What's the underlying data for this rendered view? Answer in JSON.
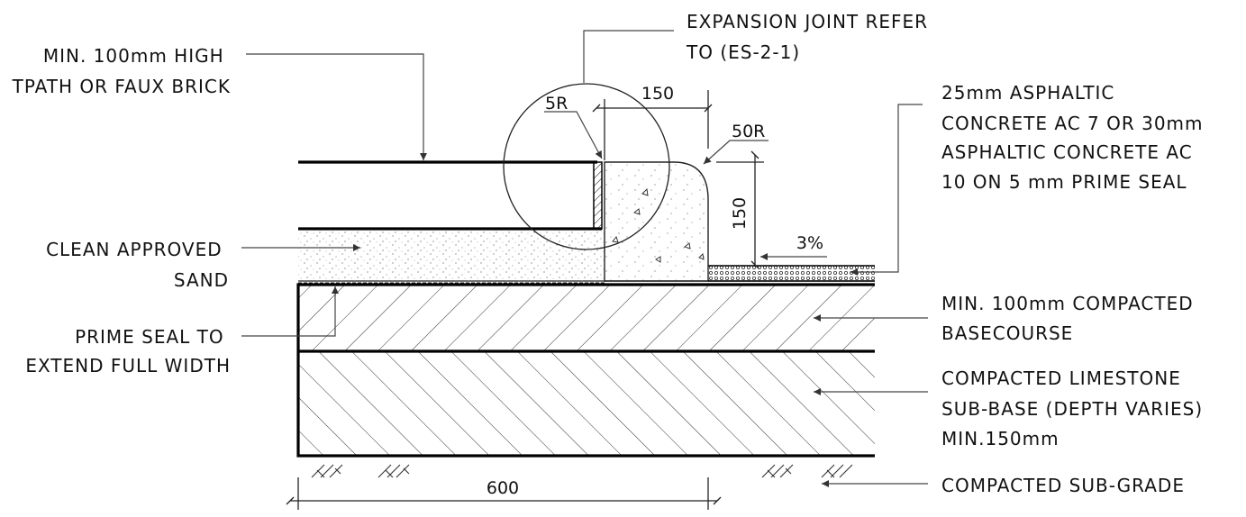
{
  "labels": {
    "footpath": [
      "MIN. 100mm HIGH",
      "TPATH OR FAUX BRICK"
    ],
    "sand": [
      "CLEAN APPROVED",
      "SAND"
    ],
    "prime_seal": [
      "PRIME SEAL TO",
      "EXTEND FULL WIDTH"
    ],
    "expansion_joint": [
      "EXPANSION JOINT REFER",
      "TO (ES-2-1)"
    ],
    "asphaltic": [
      "25mm ASPHALTIC",
      "CONCRETE AC 7 OR 30mm",
      "ASPHALTIC CONCRETE AC",
      "10 ON 5 mm PRIME SEAL"
    ],
    "basecourse": [
      "MIN. 100mm COMPACTED",
      "BASECOURSE"
    ],
    "subbase": [
      "COMPACTED LIMESTONE",
      "SUB-BASE (DEPTH VARIES)",
      "MIN.150mm"
    ],
    "subgrade": [
      "COMPACTED SUB-GRADE"
    ]
  },
  "dimensions": {
    "kerb_width": "150",
    "kerb_height": "150",
    "inner_radius": "5R",
    "outer_radius": "50R",
    "slope": "3%",
    "overall_width": "600"
  }
}
